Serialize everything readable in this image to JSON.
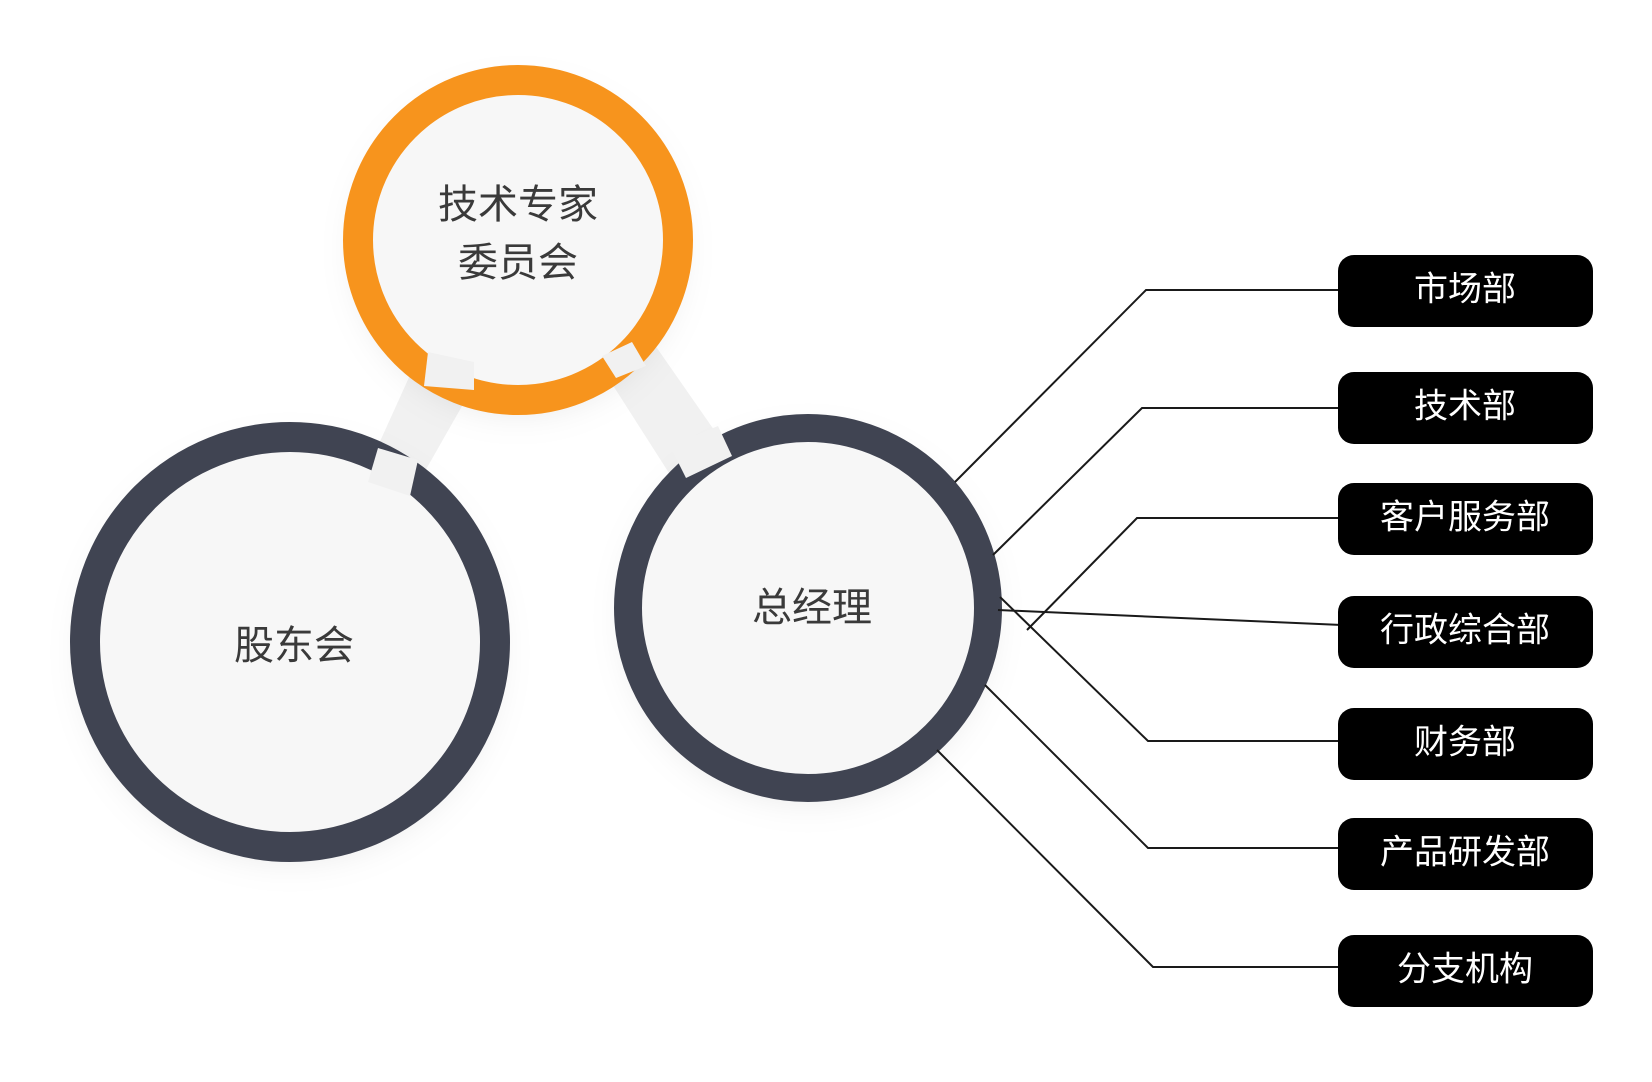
{
  "colors": {
    "ring_dark": "#404452",
    "ring_accent": "#f7941d",
    "circle_fill": "#f7f7f7",
    "connector": "#f1f1f1",
    "line": "#1a1a1a",
    "box_fill": "#000000",
    "box_text": "#ffffff",
    "node_text": "#3a3a3a"
  },
  "nodes": {
    "expert_committee": {
      "line1": "技术专家",
      "line2": "委员会"
    },
    "shareholders": {
      "label": "股东会"
    },
    "general_manager": {
      "label": "总经理"
    }
  },
  "departments": [
    {
      "label": "市场部"
    },
    {
      "label": "技术部"
    },
    {
      "label": "客户服务部"
    },
    {
      "label": "行政综合部"
    },
    {
      "label": "财务部"
    },
    {
      "label": "产品研发部"
    },
    {
      "label": "分支机构"
    }
  ]
}
